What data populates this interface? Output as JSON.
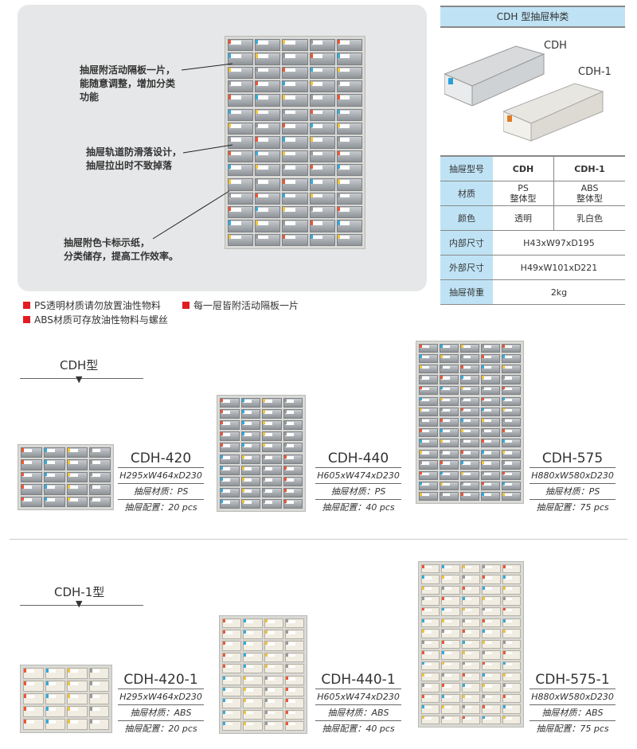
{
  "features": {
    "notes": [
      "抽屉附活动隔板一片，\n能随意调整，增加分类\n功能",
      "抽屉轨道防滑落设计，\n抽屉拉出时不致掉落",
      "抽屉附色卡标示纸，\n分类储存，提高工作效率。"
    ],
    "legend": [
      "PS透明材质请勿放置油性物料",
      "每一屉皆附活动隔板一片",
      "ABS材质可存放油性物料与螺丝"
    ],
    "legend_color": "#e31b23"
  },
  "drawer_types": {
    "title": "CDH 型抽屉种类",
    "labels": [
      "CDH",
      "CDH-1"
    ],
    "table": {
      "rows": [
        {
          "label": "抽屉型号",
          "a": "CDH",
          "b": "CDH-1"
        },
        {
          "label": "材质",
          "a": "PS\n整体型",
          "b": "ABS\n整体型"
        },
        {
          "label": "颜色",
          "a": "透明",
          "b": "乳白色"
        },
        {
          "label": "内部尺寸",
          "span": "H43xW97xD195"
        },
        {
          "label": "外部尺寸",
          "span": "H49xW101xD221"
        },
        {
          "label": "抽屉荷重",
          "span": "2kg"
        }
      ]
    }
  },
  "series": [
    {
      "title": "CDH型",
      "products": [
        {
          "model": "CDH-420",
          "dims": "H295xW464xD230",
          "material": "抽屉材质：PS",
          "count": "抽屉配置：20 pcs"
        },
        {
          "model": "CDH-440",
          "dims": "H605xW474xD230",
          "material": "抽屉材质：PS",
          "count": "抽屉配置：40 pcs"
        },
        {
          "model": "CDH-575",
          "dims": "H880xW580xD230",
          "material": "抽屉材质：PS",
          "count": "抽屉配置：75 pcs"
        }
      ]
    },
    {
      "title": "CDH-1型",
      "products": [
        {
          "model": "CDH-420-1",
          "dims": "H295xW464xD230",
          "material": "抽屉材质：ABS",
          "count": "抽屉配置：20 pcs"
        },
        {
          "model": "CDH-440-1",
          "dims": "H605xW474xD230",
          "material": "抽屉材质：ABS",
          "count": "抽屉配置：40 pcs"
        },
        {
          "model": "CDH-575-1",
          "dims": "H880xW580xD230",
          "material": "抽屉材质：ABS",
          "count": "抽屉配置：75 pcs"
        }
      ]
    }
  ]
}
